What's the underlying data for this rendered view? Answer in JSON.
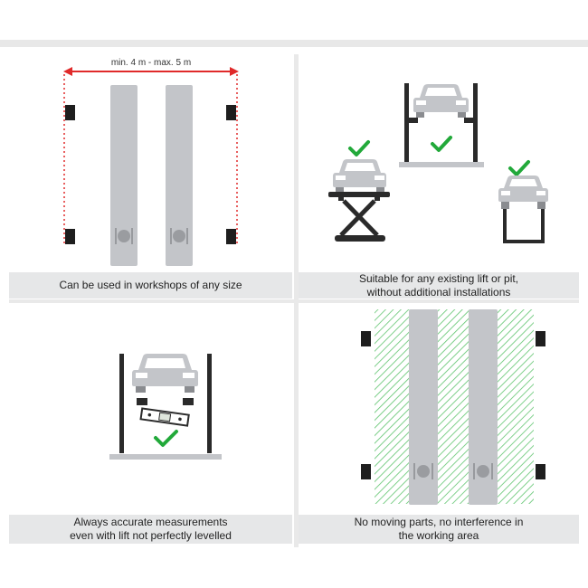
{
  "panels": [
    {
      "caption_lines": [
        "Can be used in workshops of any size"
      ],
      "dimension_label": "min. 4 m - max. 5 m"
    },
    {
      "caption_lines": [
        "Suitable for any existing lift or pit,",
        "without additional installations"
      ]
    },
    {
      "caption_lines": [
        "Always accurate measurements",
        "even with lift not perfectly levelled"
      ]
    },
    {
      "caption_lines": [
        "No moving parts, no interference in",
        "the working area"
      ]
    }
  ],
  "colors": {
    "runway": "#c3c5c9",
    "sensor": "#1e1e1e",
    "dimension": "#e02a2a",
    "check": "#22a93a",
    "hatch": "#5fc46e",
    "caption_bg": "#e6e7e8"
  }
}
